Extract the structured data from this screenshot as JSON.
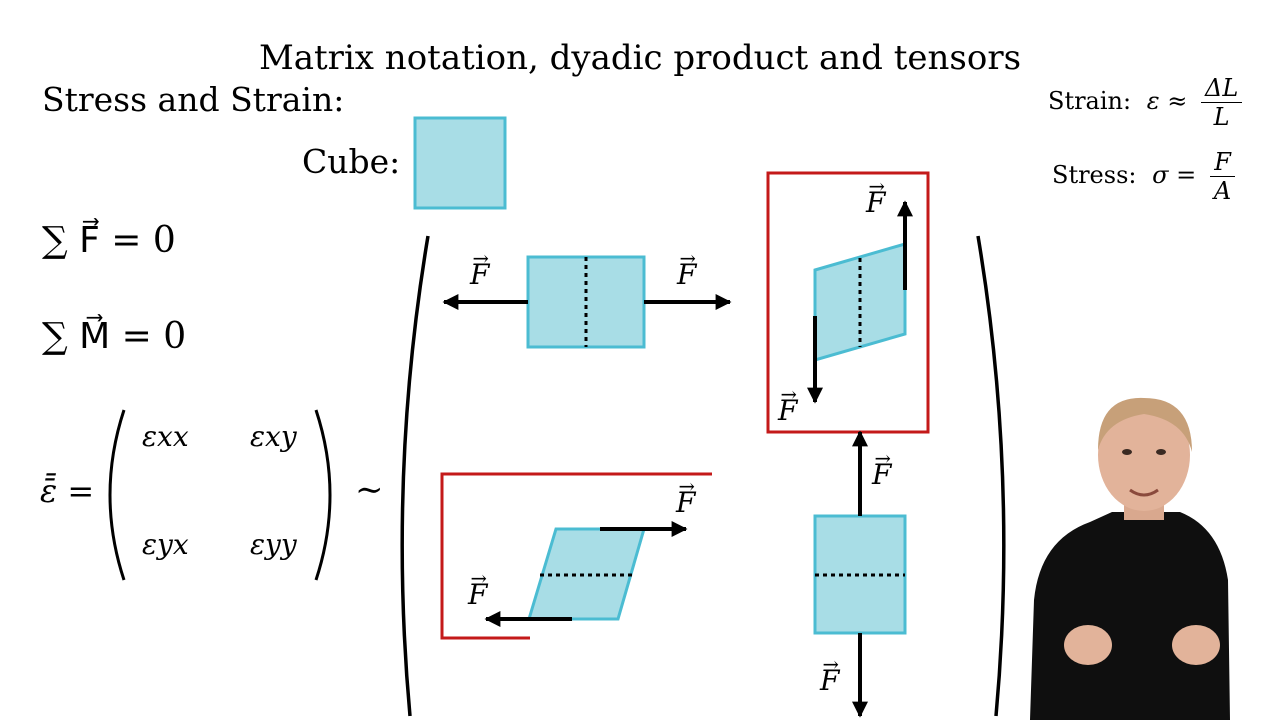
{
  "slide": {
    "title": "Matrix notation, dyadic product and tensors",
    "section": "Stress and Strain:",
    "cube_label": "Cube:"
  },
  "equations": {
    "sum_force": "∑ F⃗ = 0",
    "sum_moment": "∑ M⃗ = 0",
    "strain_label": "Strain:",
    "strain_lhs": "ε ≈",
    "strain_num": "ΔL",
    "strain_den": "L",
    "stress_label": "Stress:",
    "stress_lhs": "σ =",
    "stress_num": "F",
    "stress_den": "A",
    "tensor_lhs": "ε̄̄ =",
    "m_xx": "εxx",
    "m_xy": "εxy",
    "m_yx": "εyx",
    "m_yy": "εyy",
    "similar": "∼"
  },
  "force_label": "F",
  "colors": {
    "box_fill": "#a8dde6",
    "box_stroke": "#4bbcd2",
    "highlight": "#c41a1a",
    "arrow": "#000000",
    "shirt": "#0f0f0f",
    "skin": "#e2b39a"
  }
}
